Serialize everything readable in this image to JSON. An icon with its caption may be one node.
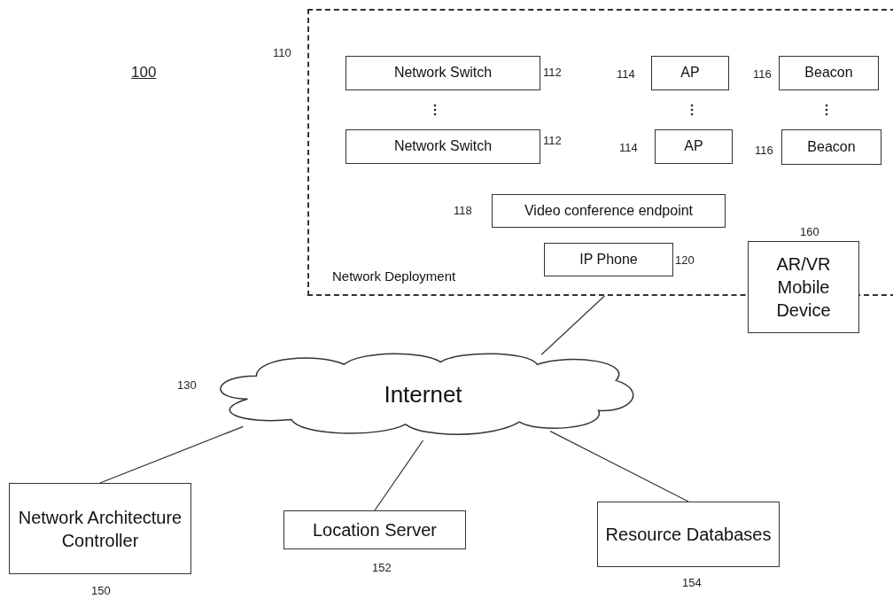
{
  "diagram": {
    "nodes": [
      {
        "text": [
          "Network Deployment"
        ],
        "beside": [
          "110"
        ]
      },
      {
        "text": [
          "Network Switch"
        ],
        "in": 0,
        "beside": [
          "112"
        ]
      },
      {
        "text": [
          "AP"
        ],
        "in": 0,
        "beside": [
          "114"
        ]
      },
      {
        "text": [
          "Beacon"
        ],
        "in": 0,
        "beside": [
          "116"
        ]
      },
      {
        "text": [
          "Network Switch"
        ],
        "in": 0,
        "beside": [
          "112"
        ]
      },
      {
        "text": [
          "AP"
        ],
        "in": 0,
        "beside": [
          "114"
        ]
      },
      {
        "text": [
          "Beacon"
        ],
        "in": 0,
        "beside": [
          "116"
        ]
      },
      {
        "text": [
          "Video conference endpoint"
        ],
        "in": 0,
        "beside": [
          "118"
        ]
      },
      {
        "text": [
          "IP Phone"
        ],
        "in": 0,
        "beside": [
          "120"
        ]
      },
      {
        "text": [
          "AR/VR Mobile Device"
        ],
        "beside": [
          "160"
        ]
      },
      {
        "text": [
          "Internet"
        ],
        "beside": [
          "130"
        ]
      },
      {
        "text": [
          "Network Architecture Controller"
        ],
        "beside": [
          "150"
        ]
      },
      {
        "text": [
          "Location Server"
        ],
        "beside": [
          "152"
        ]
      },
      {
        "text": [
          "Resource Databases"
        ],
        "beside": [
          "154"
        ]
      }
    ],
    "edges": [
      {
        "from": 0,
        "to": 10,
        "arrow": "none"
      },
      {
        "from": 10,
        "to": 11,
        "arrow": "none"
      },
      {
        "from": 10,
        "to": 12,
        "arrow": "none"
      },
      {
        "from": 10,
        "to": 13,
        "arrow": "none"
      }
    ],
    "labels": [
      "100"
    ]
  }
}
